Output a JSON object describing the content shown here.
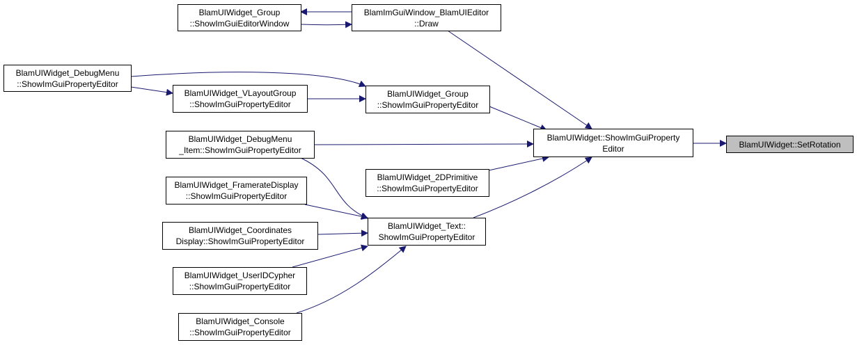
{
  "nodes": {
    "set_rotation": {
      "lines": [
        "BlamUIWidget::SetRotation"
      ]
    },
    "widget_show": {
      "lines": [
        "BlamUIWidget::ShowImGuiProperty",
        "Editor"
      ]
    },
    "window_draw": {
      "lines": [
        "BlamImGuiWindow_BlamUIEditor",
        "::Draw"
      ]
    },
    "group_window": {
      "lines": [
        "BlamUIWidget_Group",
        "::ShowImGuiEditorWindow"
      ]
    },
    "debugmenu_show": {
      "lines": [
        "BlamUIWidget_DebugMenu",
        "::ShowImGuiPropertyEditor"
      ]
    },
    "vlayout_show": {
      "lines": [
        "BlamUIWidget_VLayoutGroup",
        "::ShowImGuiPropertyEditor"
      ]
    },
    "group_show": {
      "lines": [
        "BlamUIWidget_Group",
        "::ShowImGuiPropertyEditor"
      ]
    },
    "debugmenu_item_show": {
      "lines": [
        "BlamUIWidget_DebugMenu",
        "_Item::ShowImGuiPropertyEditor"
      ]
    },
    "primitive_show": {
      "lines": [
        "BlamUIWidget_2DPrimitive",
        "::ShowImGuiPropertyEditor"
      ]
    },
    "framerate_show": {
      "lines": [
        "BlamUIWidget_FramerateDisplay",
        "::ShowImGuiPropertyEditor"
      ]
    },
    "text_show": {
      "lines": [
        "BlamUIWidget_Text::",
        "ShowImGuiPropertyEditor"
      ]
    },
    "coords_show": {
      "lines": [
        "BlamUIWidget_Coordinates",
        "Display::ShowImGuiPropertyEditor"
      ]
    },
    "useridcypher_show": {
      "lines": [
        "BlamUIWidget_UserIDCypher",
        "::ShowImGuiPropertyEditor"
      ]
    },
    "console_show": {
      "lines": [
        "BlamUIWidget_Console",
        "::ShowImGuiPropertyEditor"
      ]
    }
  },
  "colors": {
    "edge": "#191970",
    "current_fill": "#bfbfbf",
    "node_border": "#000000"
  }
}
